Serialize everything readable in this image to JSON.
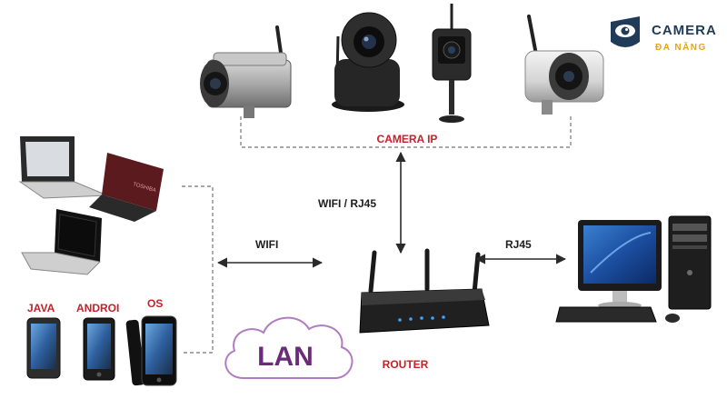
{
  "logo": {
    "line1": "CAMERA",
    "line2": "ĐA NĂNG",
    "primary_color": "#1f3b57",
    "accent_color": "#e8a317"
  },
  "labels": {
    "camera_ip": "CAMERA IP",
    "wifi_rj45": "WIFI / RJ45",
    "wifi": "WIFI",
    "rj45": "RJ45",
    "router": "ROUTER",
    "lan": "LAN",
    "java": "JAVA",
    "android": "ANDROI",
    "ios": "OS"
  },
  "colors": {
    "label_red": "#c8202a",
    "lan_purple": "#6b2a7a",
    "dashed_line": "#8a8a8a"
  },
  "icons": [
    "camera-bullet-icon",
    "camera-ptz-icon",
    "camera-mini-icon",
    "camera-bullet-white-icon",
    "laptop-icon",
    "smartphone-icon",
    "router-icon",
    "desktop-pc-icon",
    "cloud-icon",
    "logo-eye-icon"
  ]
}
